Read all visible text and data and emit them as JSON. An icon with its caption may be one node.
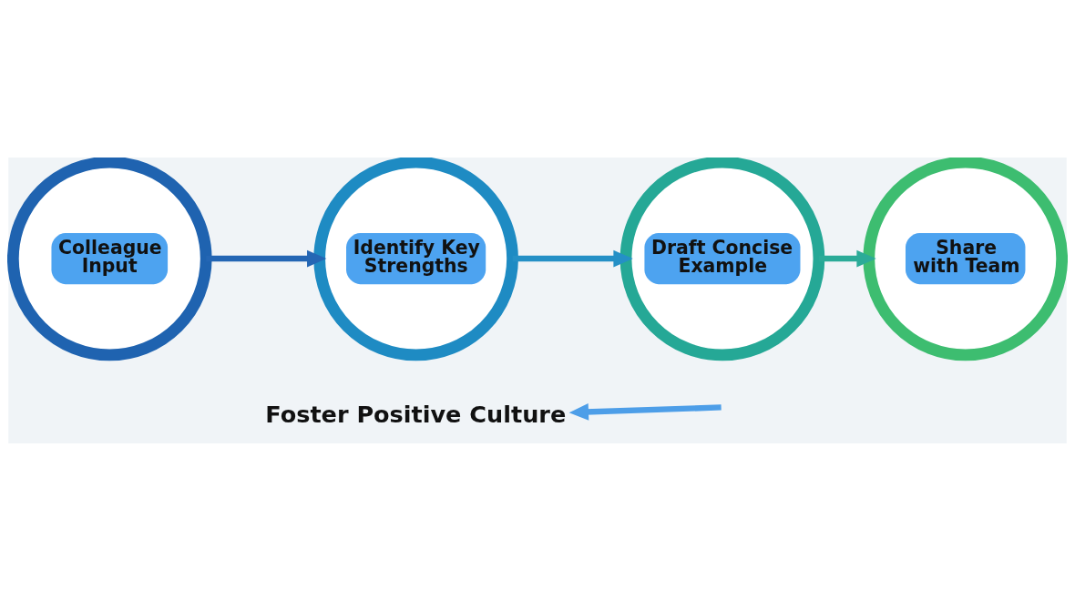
{
  "diagram": {
    "nodes": [
      {
        "text": [
          "Colleague Input"
        ]
      },
      {
        "text": [
          "Identify Key Strengths"
        ]
      },
      {
        "text": [
          "Draft Concise Example"
        ]
      },
      {
        "text": [
          "Share with Team"
        ]
      },
      {
        "text": [
          "Foster Positive Culture"
        ]
      }
    ],
    "edges": [
      {
        "from": 0,
        "to": 1,
        "arrow": "to",
        "color": "#2466b4"
      },
      {
        "from": 1,
        "to": 2,
        "arrow": "to",
        "color": "#2590c6"
      },
      {
        "from": 2,
        "to": 3,
        "arrow": "to",
        "color": "#2bab98"
      },
      {
        "from": null,
        "to": 4,
        "arrow": "to",
        "color": "#4d9ee8"
      }
    ]
  }
}
